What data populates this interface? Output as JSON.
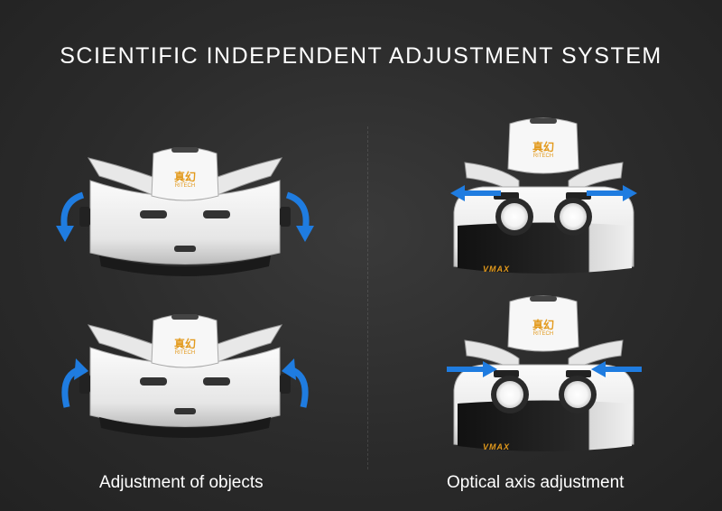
{
  "title": "SCIENTIFIC INDEPENDENT ADJUSTMENT SYSTEM",
  "captions": {
    "left": "Adjustment of objects",
    "right": "Optical axis adjustment"
  },
  "brand": {
    "logo_cn": "真幻",
    "logo_en": "RITECH",
    "model_mark": "VMAX"
  },
  "colors": {
    "background": "#2b2b2b",
    "arrow": "#1f7ce0",
    "headset": "#f2f2f2",
    "logo": "#e39a1c"
  },
  "icons": {
    "rotate_arrow": "curved-arrow-icon",
    "slide_arrow": "straight-arrow-icon"
  }
}
